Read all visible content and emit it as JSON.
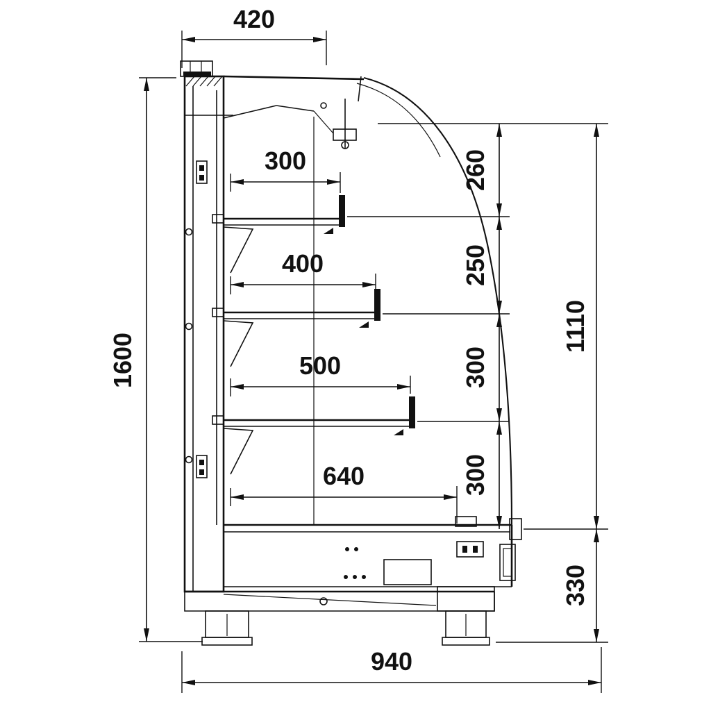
{
  "diagram": {
    "subject": "Refrigerated multideck display case side cross-section",
    "units": "mm",
    "dims": {
      "top_depth": "420",
      "overall_height": "1600",
      "overall_depth": "940",
      "inner_height": "1110",
      "base_height": "330",
      "shelf_depths": [
        "300",
        "400",
        "500",
        "640"
      ],
      "shelf_gaps": [
        "260",
        "250",
        "300",
        "300"
      ]
    },
    "colors": {
      "ink": "#111111",
      "paper": "#ffffff"
    }
  }
}
